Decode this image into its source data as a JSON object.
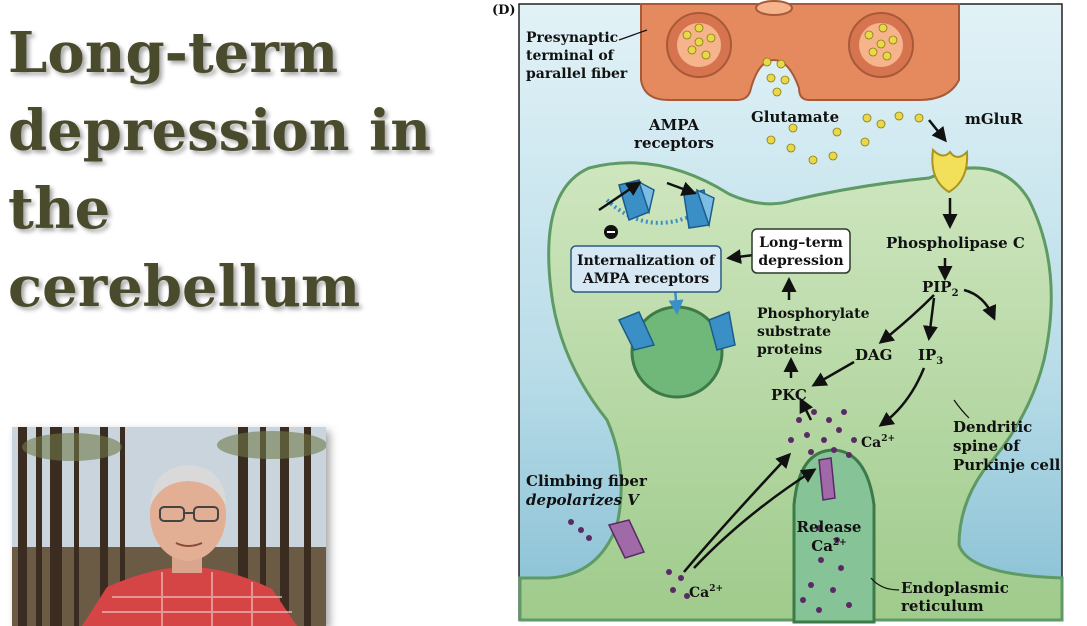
{
  "slide": {
    "title_lines": [
      "Long-term",
      "depression in",
      "the cerebellum"
    ]
  },
  "video": {
    "description_icon": "presenter-webcam"
  },
  "figure": {
    "panel_label": "(D)",
    "labels": {
      "presynaptic": [
        "Presynaptic",
        "terminal of",
        "parallel fiber"
      ],
      "glutamate": "Glutamate",
      "mglur": "mGluR",
      "ampa": [
        "AMPA",
        "receptors"
      ],
      "internalization": [
        "Internalization of",
        "AMPA receptors"
      ],
      "ltd": [
        "Long–term",
        "depression"
      ],
      "phospholipase": "Phospholipase C",
      "pip2": "PIP",
      "pip2_sub": "2",
      "phosphorylate": [
        "Phosphorylate",
        "substrate",
        "proteins"
      ],
      "dag": "DAG",
      "ip3": "IP",
      "ip3_sub": "3",
      "pkc": "PKC",
      "ca_upper": "Ca",
      "ca_sup": "2+",
      "dendritic": [
        "Dendritic",
        "spine of",
        "Purkinje cell"
      ],
      "climbing": [
        "Climbing fiber",
        "depolarizes V"
      ],
      "release": [
        "Release",
        "Ca"
      ],
      "ca_lower": "Ca",
      "er": [
        "Endoplasmic",
        "reticulum"
      ]
    }
  },
  "colors": {
    "terminal": "#e58a5e",
    "spine": "#b9d9a8",
    "background_top": "#e2f2f7",
    "background_bottom": "#86bfd3",
    "receptor": "#3b8fc7",
    "calcium_dot": "#5a2a66",
    "glutamate_dot": "#e8d84a"
  }
}
